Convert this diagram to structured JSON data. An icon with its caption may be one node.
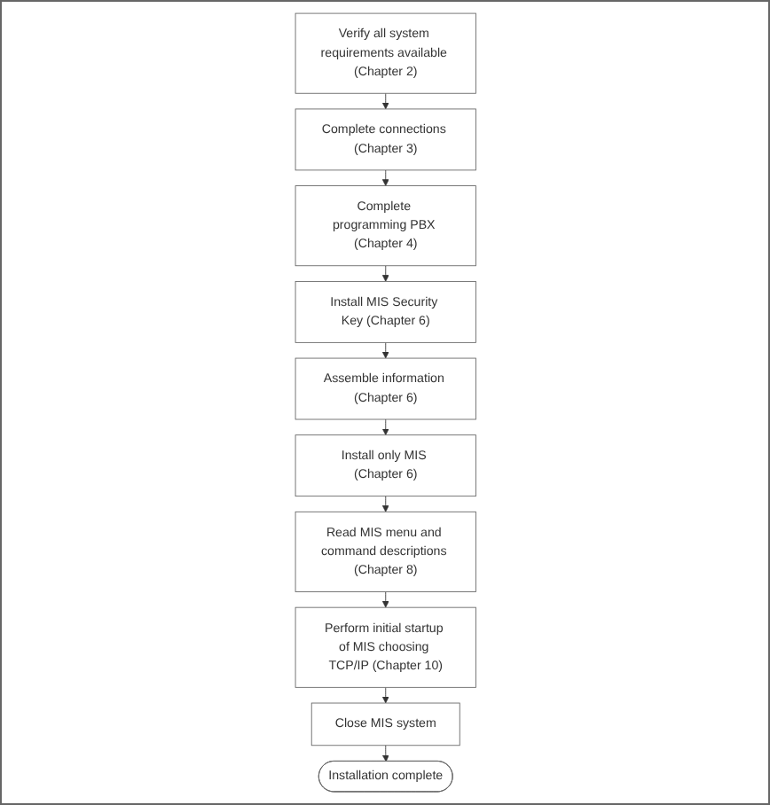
{
  "diagram": {
    "nodes": [
      {
        "text": [
          "Verify all system requirements available (Chapter 2)"
        ]
      },
      {
        "text": [
          "Complete connections (Chapter 3)"
        ]
      },
      {
        "text": [
          "Complete programming PBX (Chapter 4)"
        ]
      },
      {
        "text": [
          "Install MIS Security Key (Chapter 6)"
        ]
      },
      {
        "text": [
          "Assemble information (Chapter 6)"
        ]
      },
      {
        "text": [
          "Install only MIS (Chapter 6)"
        ]
      },
      {
        "text": [
          "Read MIS menu and command descriptions (Chapter 8)"
        ]
      },
      {
        "text": [
          "Perform initial startup of MIS choosing TCP/IP (Chapter 10)"
        ]
      },
      {
        "text": [
          "Close MIS system"
        ]
      },
      {
        "text": [
          "Installation complete"
        ]
      }
    ],
    "edges": [
      {
        "from": 0,
        "to": 1,
        "arrow": "to"
      },
      {
        "from": 1,
        "to": 2,
        "arrow": "to"
      },
      {
        "from": 2,
        "to": 3,
        "arrow": "to"
      },
      {
        "from": 3,
        "to": 4,
        "arrow": "to"
      },
      {
        "from": 4,
        "to": 5,
        "arrow": "to"
      },
      {
        "from": 5,
        "to": 6,
        "arrow": "to"
      },
      {
        "from": 6,
        "to": 7,
        "arrow": "to"
      },
      {
        "from": 7,
        "to": 8,
        "arrow": "to"
      },
      {
        "from": 8,
        "to": 9,
        "arrow": "to"
      }
    ]
  }
}
